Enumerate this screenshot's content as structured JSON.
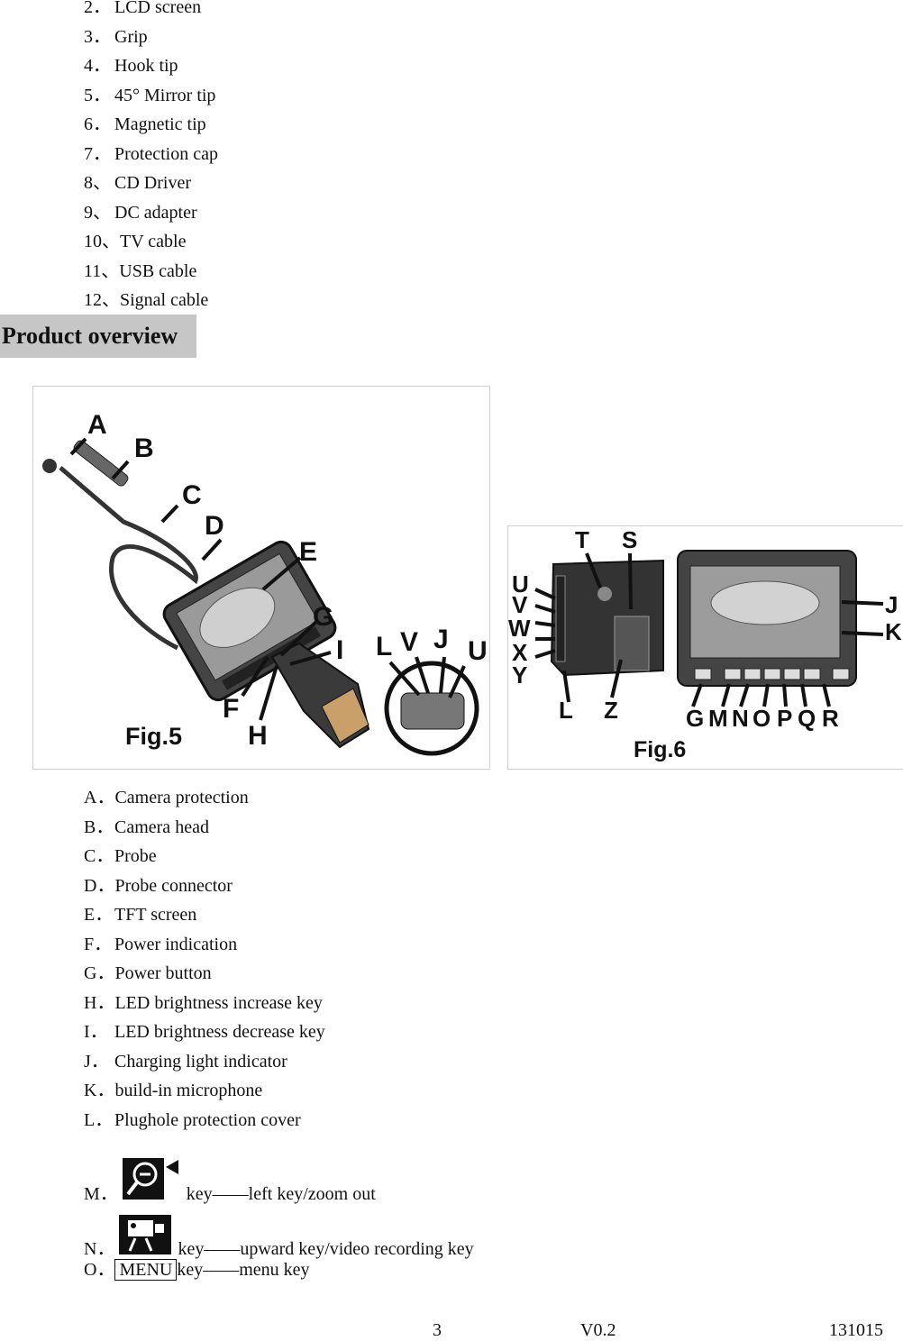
{
  "top_list": [
    {
      "num": "2．",
      "text": "LCD screen"
    },
    {
      "num": "3．",
      "text": "Grip"
    },
    {
      "num": "4．",
      "text": "Hook tip"
    },
    {
      "num": "5．",
      "text": "45° Mirror tip"
    },
    {
      "num": "6．",
      "text": "Magnetic tip"
    },
    {
      "num": "7．",
      "text": "Protection cap"
    },
    {
      "num": "8、",
      "text": "CD Driver"
    },
    {
      "num": "9、",
      "text": "DC adapter"
    },
    {
      "num": "10、",
      "text": "TV cable"
    },
    {
      "num": "11、",
      "text": "USB cable"
    },
    {
      "num": "12、",
      "text": "Signal cable"
    }
  ],
  "section_heading": "Product overview",
  "fig5": {
    "caption": "Fig.5",
    "labels": {
      "A": "A",
      "B": "B",
      "C": "C",
      "D": "D",
      "E": "E",
      "F": "F",
      "G": "G",
      "H": "H",
      "I": "I",
      "L": "L",
      "V": "V",
      "J": "J",
      "U": "U"
    }
  },
  "fig6": {
    "caption": "Fig.6",
    "labels": {
      "T": "T",
      "S": "S",
      "U": "U",
      "V": "V",
      "W": "W",
      "X": "X",
      "Y": "Y",
      "L": "L",
      "Z": "Z",
      "G": "G",
      "M": "M",
      "N": "N",
      "O": "O",
      "P": "P",
      "Q": "Q",
      "R": "R",
      "J": "J",
      "K": "K"
    }
  },
  "bottom_list": [
    {
      "num": "A．",
      "text": "Camera protection"
    },
    {
      "num": "B．",
      "text": "Camera head"
    },
    {
      "num": "C．",
      "text": "Probe"
    },
    {
      "num": "D．",
      "text": "Probe connector"
    },
    {
      "num": "E．",
      "text": "TFT screen"
    },
    {
      "num": "F．",
      "text": "Power indication"
    },
    {
      "num": "G．",
      "text": "Power button"
    },
    {
      "num": "H．",
      "text": "LED brightness increase key"
    },
    {
      "num": "I．",
      "text": "LED brightness decrease key"
    },
    {
      "num": "J．",
      "text": "Charging light indicator"
    },
    {
      "num": "K．",
      "text": "build-in microphone"
    },
    {
      "num": "L．",
      "text": "Plughole protection cover"
    }
  ],
  "key_rows": {
    "m": {
      "num": "M．",
      "text": "key——left key/zoom out",
      "icon": "zoom-out-left-icon"
    },
    "n": {
      "num": "N．",
      "text": "key——upward key/video recording key",
      "icon": "video-camera-icon"
    },
    "o": {
      "num": "O．",
      "box": "MENU",
      "text": "key——menu key"
    }
  },
  "footer": {
    "page": "3",
    "version": "V0.2",
    "code": "131015"
  }
}
